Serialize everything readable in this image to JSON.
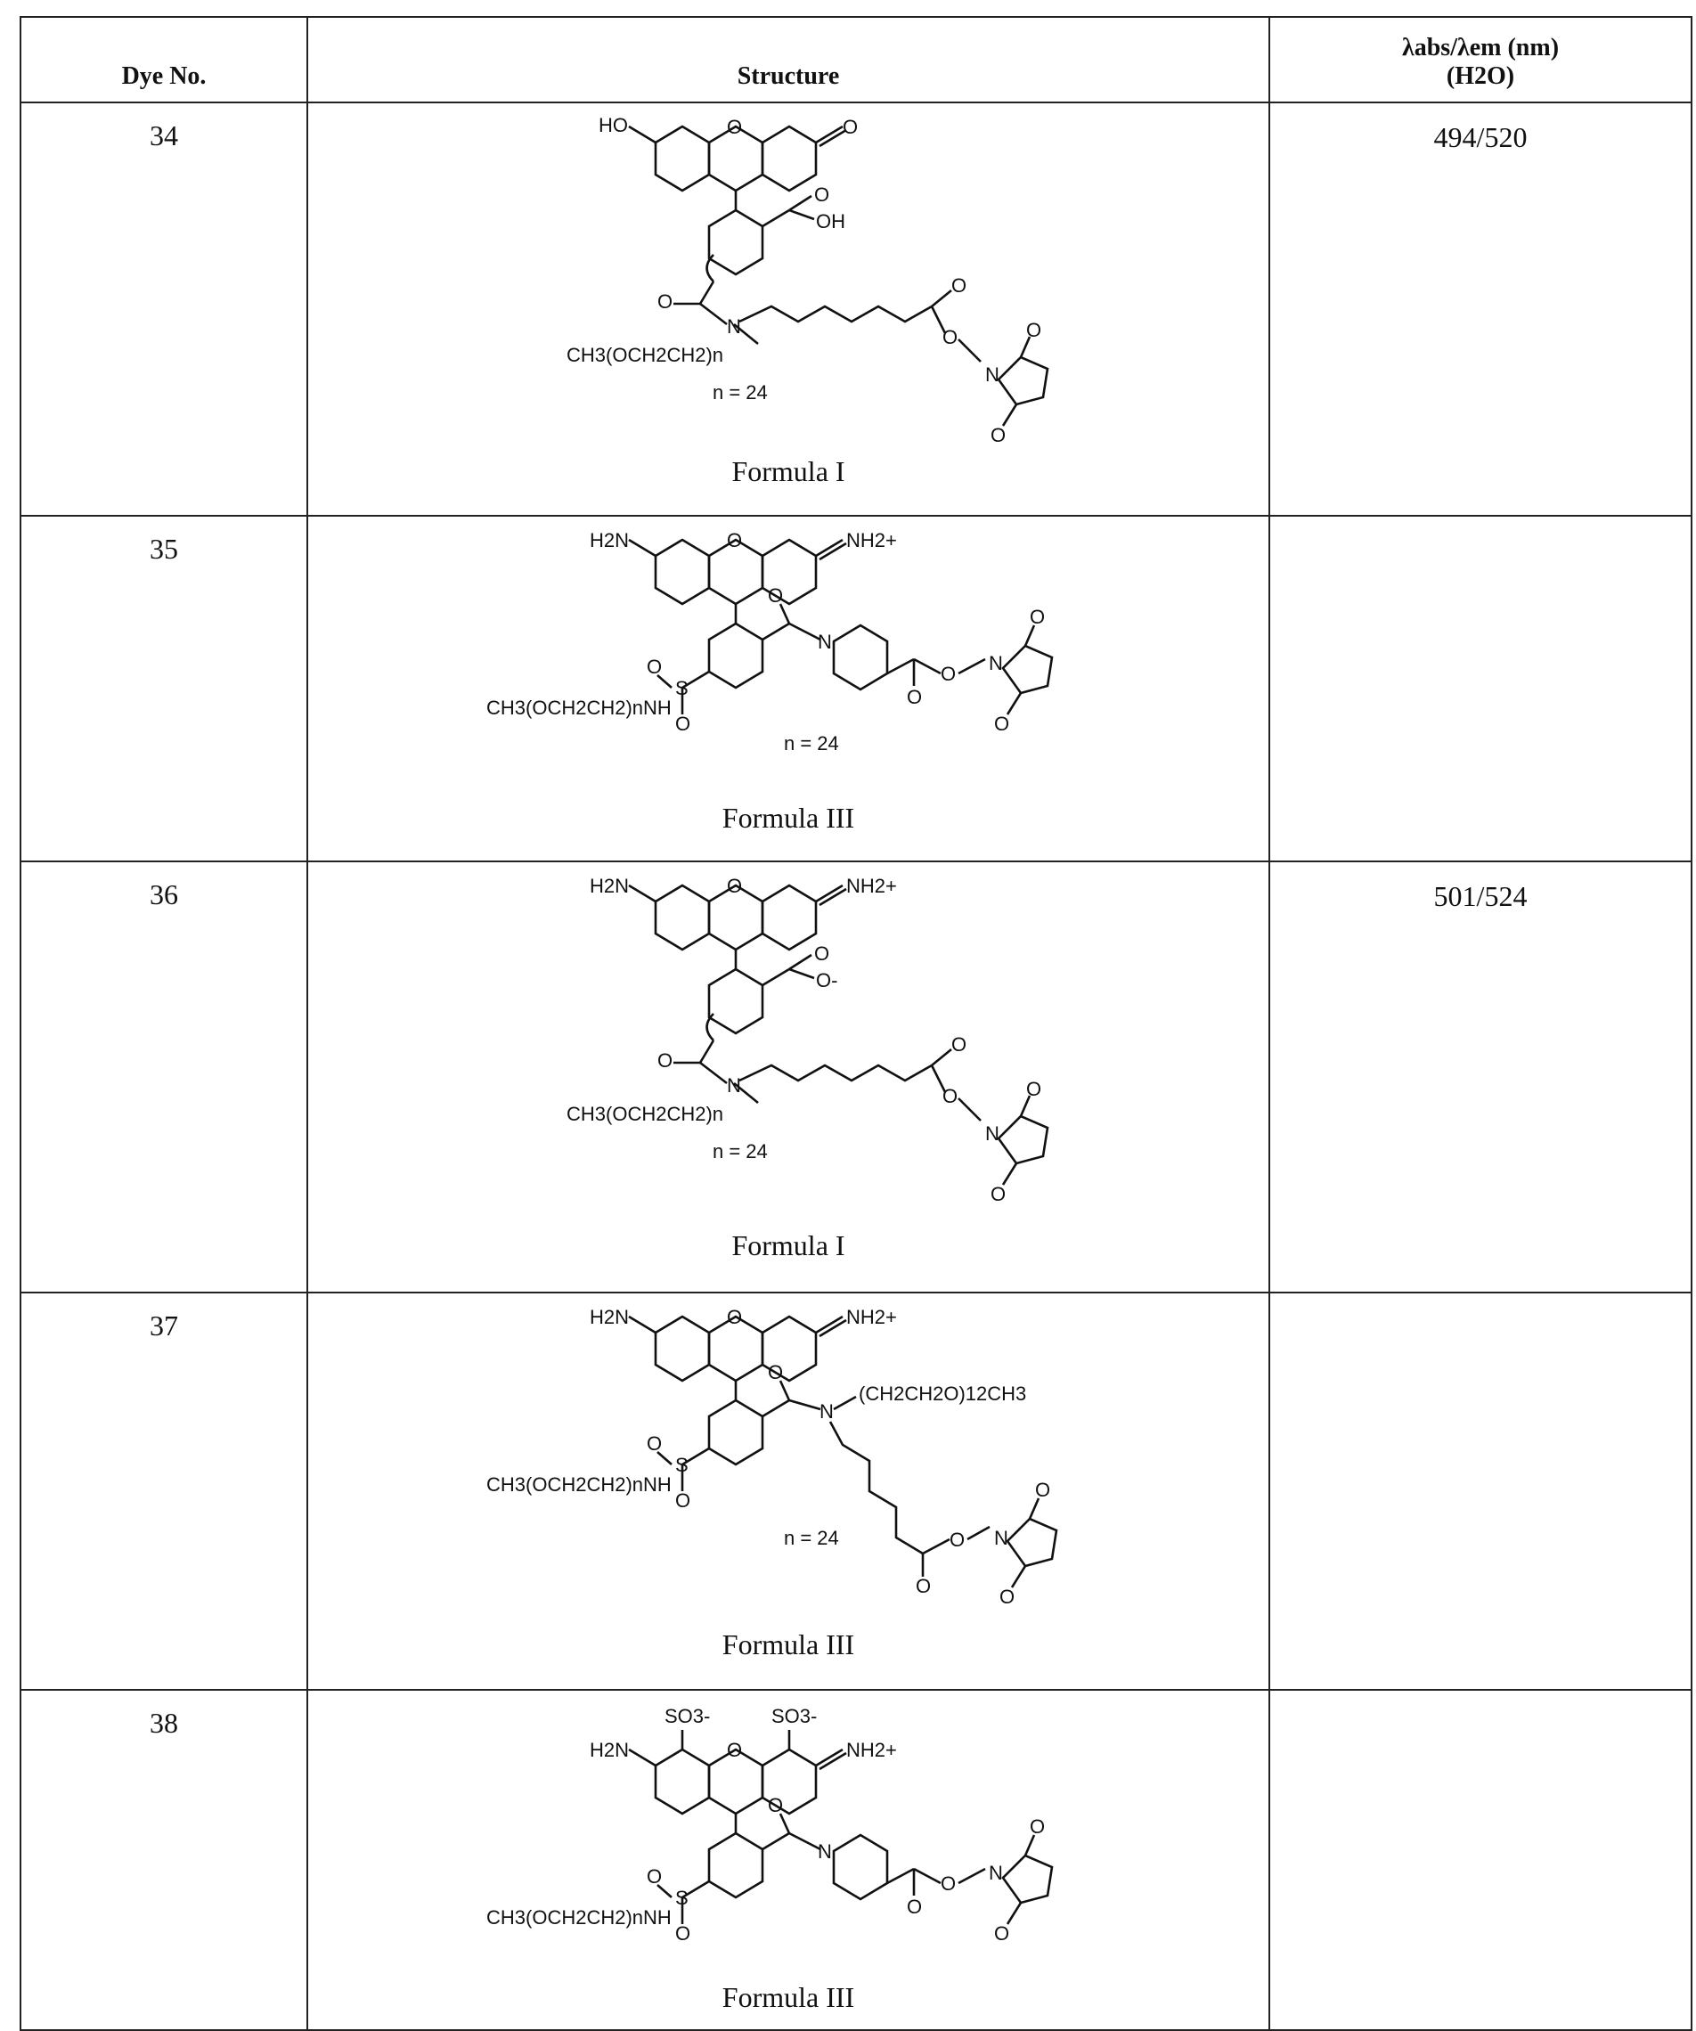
{
  "table": {
    "headers": {
      "dye_no": "Dye No.",
      "structure": "Structure",
      "spectra_line1": "λabs/λem (nm)",
      "spectra_line2": "(H2O)"
    },
    "rows": [
      {
        "dye_no": "34",
        "formula": "Formula I",
        "spectra": "494/520",
        "labels": {
          "ho": "HO",
          "o_top": "O",
          "o_keto": "O",
          "oh": "OH",
          "o_carb": "O",
          "n": "N",
          "peg": "CH3(OCH2CH2)n",
          "o_ester": "O",
          "o_link": "O",
          "n_su": "N",
          "o_su1": "O",
          "o_su2": "O",
          "nval": "n = 24"
        }
      },
      {
        "dye_no": "35",
        "formula": "Formula III",
        "spectra": "",
        "labels": {
          "h2n": "H2N",
          "o_top": "O",
          "nh2": "NH2+",
          "o_carb": "O",
          "n_pip": "N",
          "o_ester": "O",
          "o_link": "O",
          "n_su": "N",
          "o_su1": "O",
          "o_su2": "O",
          "s": "S",
          "o_s1": "O",
          "o_s2": "O",
          "peg": "CH3(OCH2CH2)nNH",
          "nval": "n = 24"
        }
      },
      {
        "dye_no": "36",
        "formula": "Formula I",
        "spectra": "501/524",
        "labels": {
          "h2n": "H2N",
          "o_top": "O",
          "nh2": "NH2+",
          "coo": "O-",
          "o_carb": "O",
          "n": "N",
          "peg": "CH3(OCH2CH2)n",
          "o_ester": "O",
          "o_link": "O",
          "n_su": "N",
          "o_su1": "O",
          "o_su2": "O",
          "nval": "n = 24"
        }
      },
      {
        "dye_no": "37",
        "formula": "Formula III",
        "spectra": "",
        "labels": {
          "h2n": "H2N",
          "o_top": "O",
          "nh2": "NH2+",
          "o_carb": "O",
          "n": "N",
          "peg2": "(CH2CH2O)12CH3",
          "s": "S",
          "o_s1": "O",
          "o_s2": "O",
          "peg": "CH3(OCH2CH2)nNH",
          "o_ester": "O",
          "o_link": "O",
          "n_su": "N",
          "o_su1": "O",
          "o_su2": "O",
          "nval": "n = 24"
        }
      },
      {
        "dye_no": "38",
        "formula": "Formula III",
        "spectra": "",
        "labels": {
          "so3a": "SO3-",
          "so3b": "SO3-",
          "h2n": "H2N",
          "o_top": "O",
          "nh2": "NH2+",
          "o_carb": "O",
          "n_pip": "N",
          "o_ester": "O",
          "o_link": "O",
          "n_su": "N",
          "o_su1": "O",
          "o_su2": "O",
          "s": "S",
          "o_s1": "O",
          "o_s2": "O",
          "peg": "CH3(OCH2CH2)nNH"
        }
      }
    ]
  }
}
